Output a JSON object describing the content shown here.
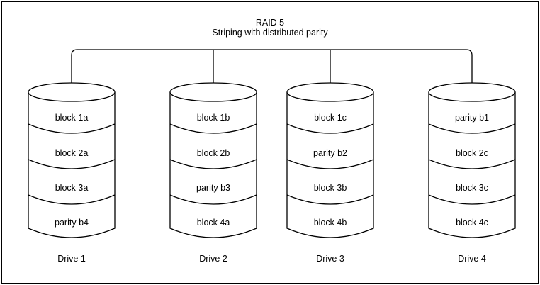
{
  "diagram": {
    "title": "RAID 5",
    "subtitle": "Striping with distributed parity",
    "colors": {
      "stroke": "#000000",
      "fill": "#ffffff",
      "background": "#ffffff"
    },
    "drives": [
      {
        "label": "Drive 1",
        "blocks": [
          "block 1a",
          "block 2a",
          "block 3a",
          "parity b4"
        ]
      },
      {
        "label": "Drive 2",
        "blocks": [
          "block 1b",
          "block 2b",
          "parity b3",
          "block 4a"
        ]
      },
      {
        "label": "Drive 3",
        "blocks": [
          "block 1c",
          "parity b2",
          "block 3b",
          "block 4b"
        ]
      },
      {
        "label": "Drive 4",
        "blocks": [
          "parity b1",
          "block 2c",
          "block 3c",
          "block 4c"
        ]
      }
    ]
  }
}
